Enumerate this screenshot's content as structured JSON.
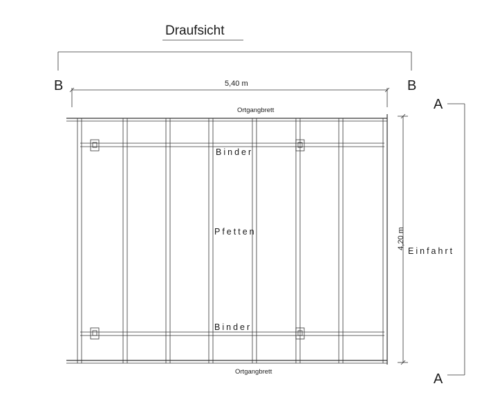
{
  "title": "Draufsicht",
  "section_labels": {
    "b_left": "B",
    "b_right": "B",
    "a_top": "A",
    "a_bottom": "A"
  },
  "dimensions": {
    "width": "5,40 m",
    "depth": "4,20 m"
  },
  "labels": {
    "ortgang_top": "Ortgangbrett",
    "ortgang_bottom": "Ortgangbrett",
    "binder_top": "Binder",
    "binder_bottom": "Binder",
    "pfetten": "Pfetten",
    "einfahrt": "Einfahrt"
  }
}
